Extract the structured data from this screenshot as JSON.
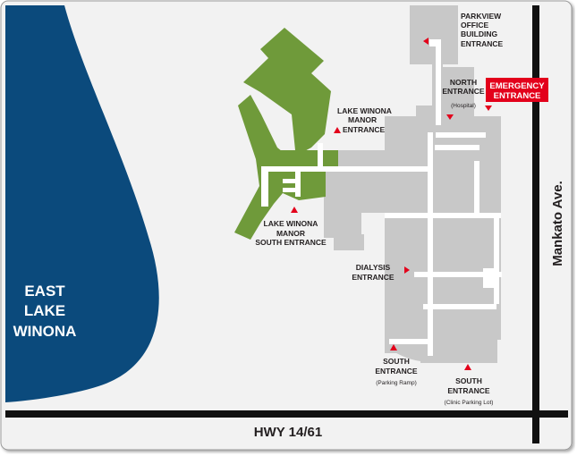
{
  "colors": {
    "background": "#f2f2f2",
    "lake": "#0b4a7c",
    "building": "#c8c8c8",
    "manor": "#6f9a3a",
    "road": "#111111",
    "marker": "#e3001b",
    "emergency_bg": "#e3001b",
    "emergency_text": "#ffffff",
    "corridor": "#ffffff"
  },
  "lake": {
    "name_lines": [
      "EAST",
      "LAKE",
      "WINONA"
    ]
  },
  "roads": {
    "highway": "HWY 14/61",
    "avenue": "Mankato Ave."
  },
  "entrances": {
    "parkview": {
      "lines": [
        "PARKVIEW",
        "OFFICE",
        "BUILDING",
        "ENTRANCE"
      ]
    },
    "north": {
      "lines": [
        "NORTH",
        "ENTRANCE"
      ],
      "note": "(Hospital)"
    },
    "emergency": {
      "lines": [
        "EMERGENCY",
        "ENTRANCE"
      ]
    },
    "manor": {
      "lines": [
        "LAKE WINONA",
        "MANOR",
        "ENTRANCE"
      ]
    },
    "manor_south": {
      "lines": [
        "LAKE WINONA",
        "MANOR",
        "SOUTH ENTRANCE"
      ]
    },
    "dialysis": {
      "lines": [
        "DIALYSIS",
        "ENTRANCE"
      ]
    },
    "south_ramp": {
      "lines": [
        "SOUTH",
        "ENTRANCE"
      ],
      "note": "(Parking Ramp)"
    },
    "south_clinic": {
      "lines": [
        "SOUTH",
        "ENTRANCE"
      ],
      "note": "(Clinic Parking Lot)"
    }
  }
}
